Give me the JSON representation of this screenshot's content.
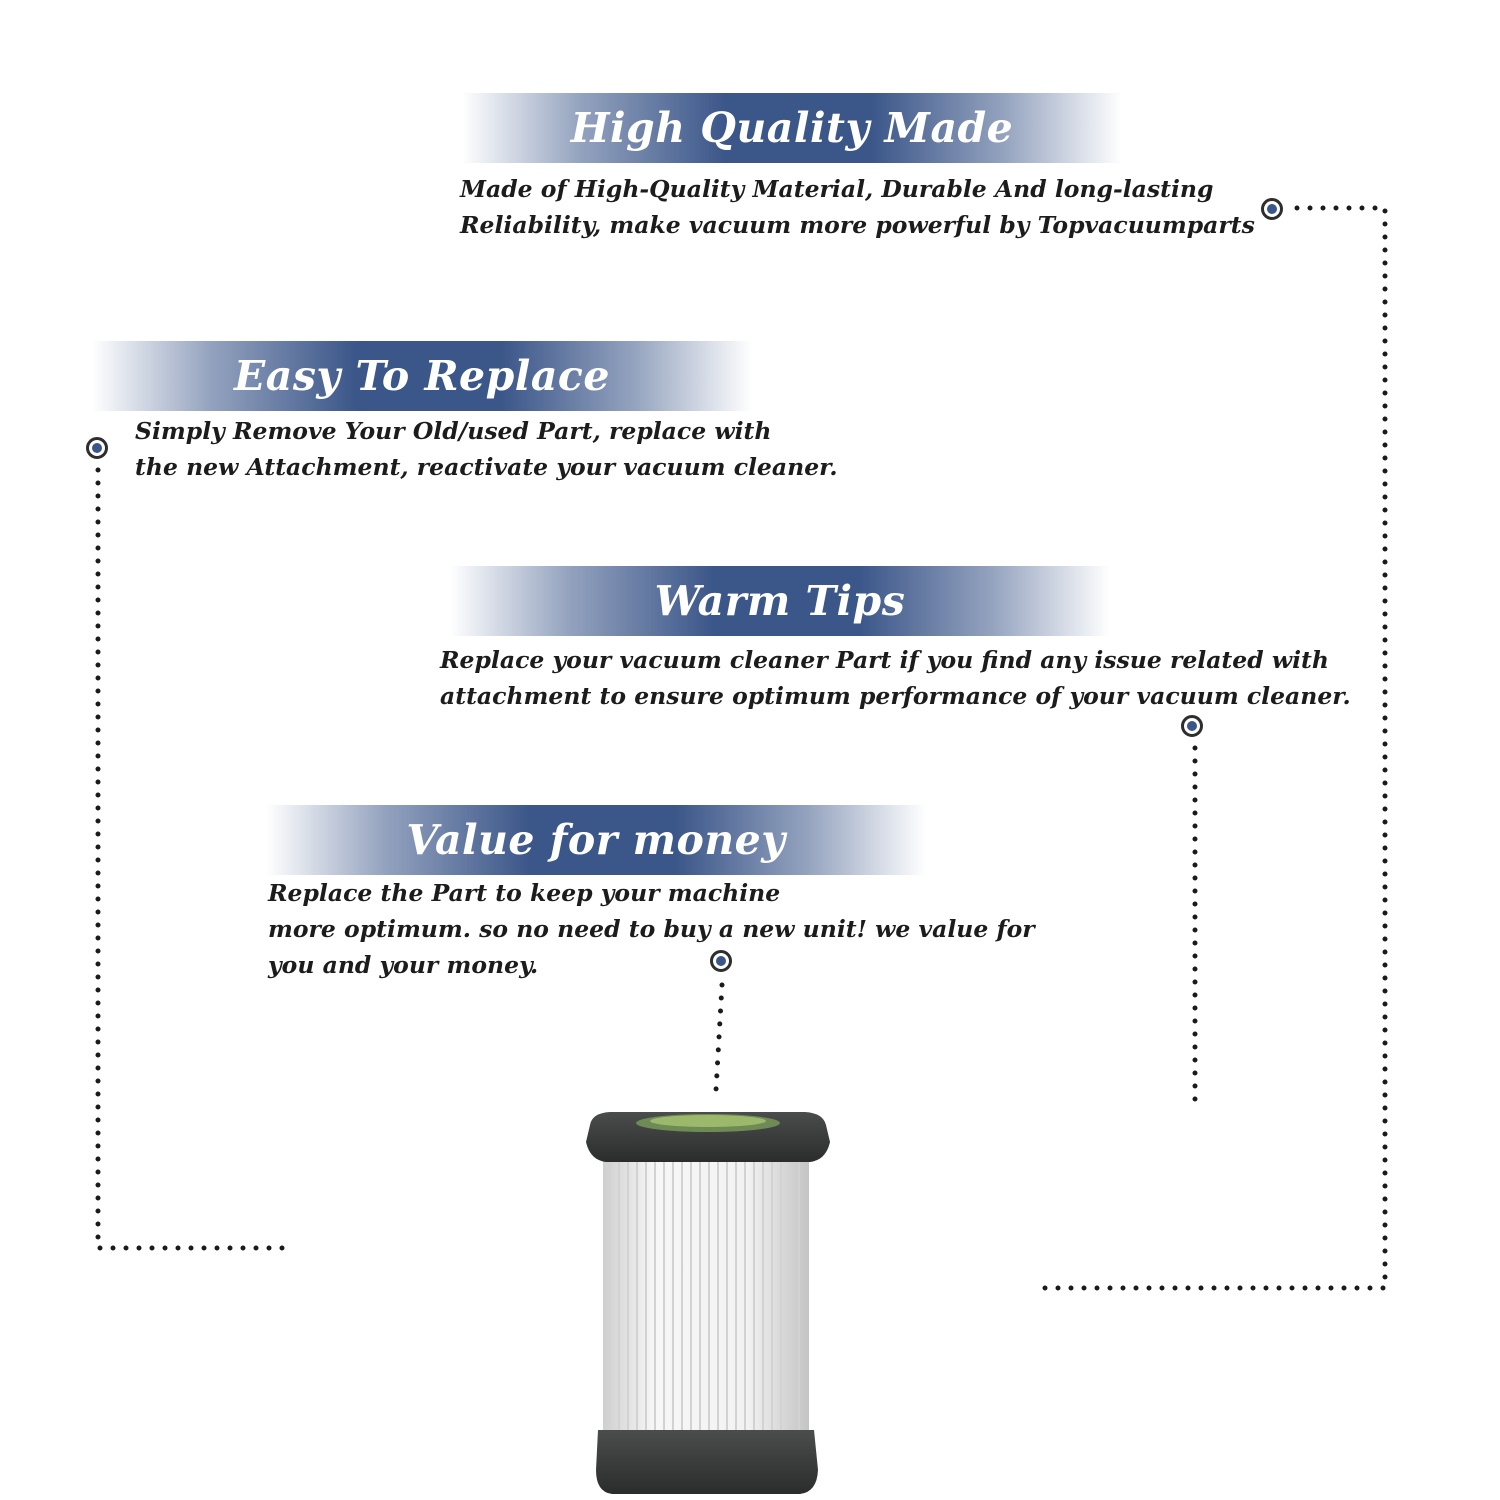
{
  "sections": [
    {
      "title": "High Quality Made",
      "lines": [
        "Made of  High-Quality Material, Durable And long-lasting",
        "Reliability, make vacuum more powerful by Topvacuumparts"
      ]
    },
    {
      "title": "Easy To Replace",
      "lines": [
        "Simply Remove Your Old/used Part, replace with",
        "the new Attachment, reactivate your vacuum cleaner."
      ]
    },
    {
      "title": "Warm Tips",
      "lines": [
        "Replace your vacuum cleaner Part if you find any issue related with",
        " attachment to ensure optimum performance of your vacuum cleaner."
      ]
    },
    {
      "title": "Value for money",
      "lines": [
        "Replace the Part to keep your machine",
        "more optimum. so no need to buy a new unit! we value for",
        "you and your money."
      ]
    }
  ],
  "colors": {
    "banner": "#3b5689",
    "marker_fill": "#3b5689",
    "text": "#1c1c1c",
    "filter_cap": "#3a3d3c",
    "filter_pleats": "#f4f4f4"
  },
  "icons": [
    "marker-dot-icon",
    "vacuum-filter-product-image"
  ]
}
